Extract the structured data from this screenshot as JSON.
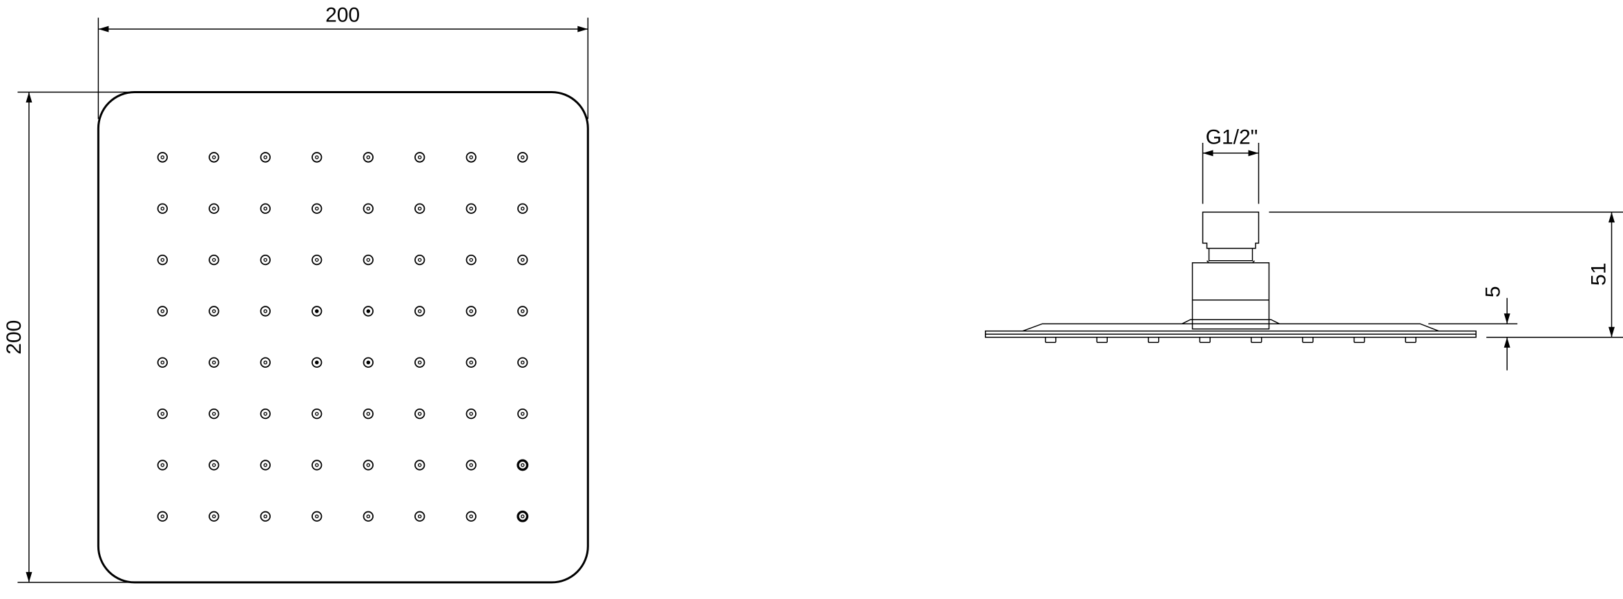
{
  "top_view": {
    "width_label": "200",
    "height_label": "200",
    "nozzle_rows": 8,
    "nozzle_cols": 8
  },
  "side_view": {
    "thread_label": "G1/2\"",
    "height_label": "51",
    "plate_thickness_label": "5",
    "nozzle_count": 8
  },
  "colors": {
    "line": "#000000",
    "background": "#ffffff"
  }
}
